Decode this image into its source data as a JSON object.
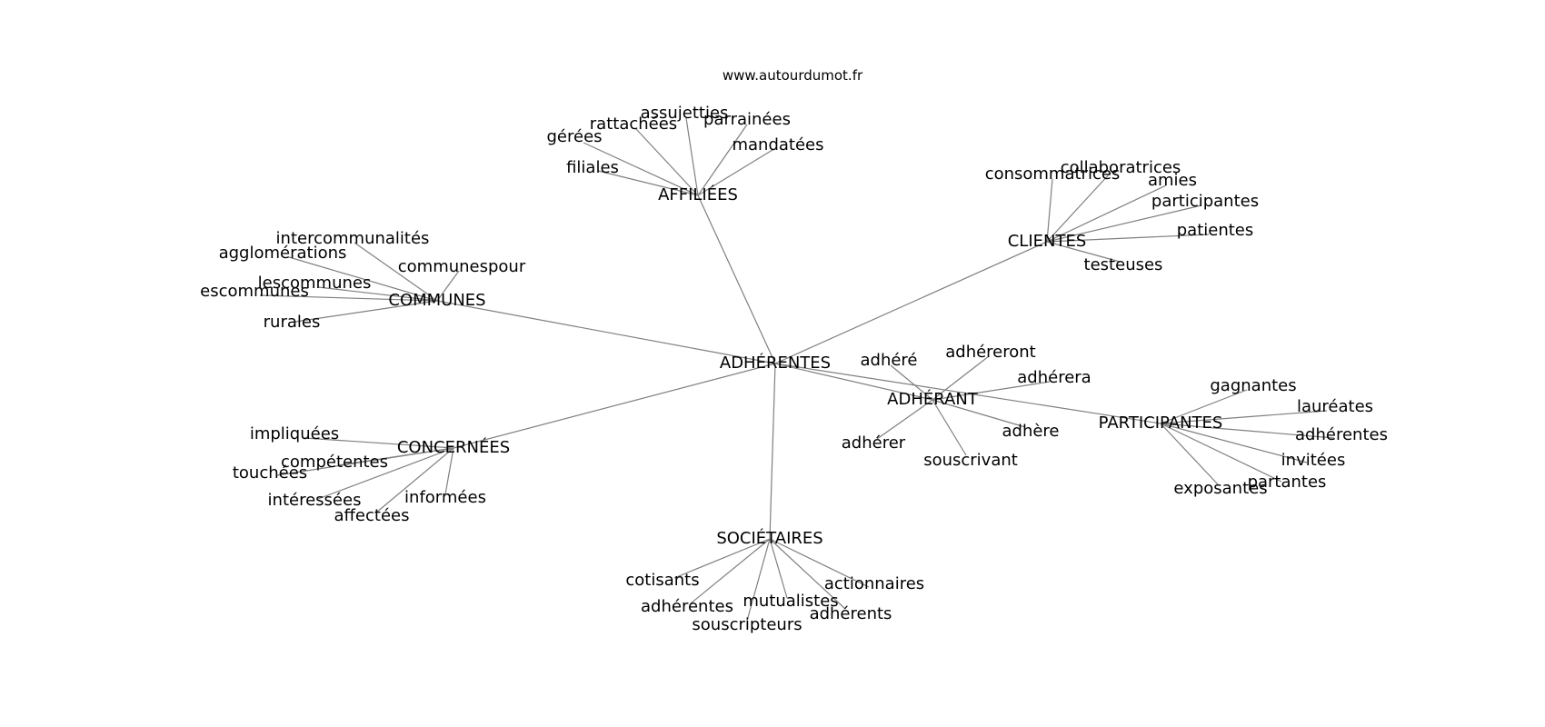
{
  "watermark": "www.autourdumot.fr",
  "center": "ADHÉRENTES",
  "clusters": [
    {
      "id": "affiliees",
      "label": "AFFILIÉES",
      "words": [
        "assujetties",
        "rattachées",
        "parrainées",
        "gérées",
        "mandatées",
        "filiales"
      ]
    },
    {
      "id": "clientes",
      "label": "CLIENTES",
      "words": [
        "collaboratrices",
        "consommatrices",
        "amies",
        "participantes",
        "patientes",
        "testeuses"
      ]
    },
    {
      "id": "communes",
      "label": "COMMUNES",
      "words": [
        "intercommunalités",
        "agglomérations",
        "communespour",
        "lescommunes",
        "escommunes",
        "rurales"
      ]
    },
    {
      "id": "adherant",
      "label": "ADHÉRANT",
      "words": [
        "adhéré",
        "adhéreront",
        "adhérera",
        "adhère",
        "adhérer",
        "souscrivant"
      ]
    },
    {
      "id": "participantes",
      "label": "PARTICIPANTES",
      "words": [
        "gagnantes",
        "lauréates",
        "adhérentes",
        "invitées",
        "partantes",
        "exposantes"
      ]
    },
    {
      "id": "concernees",
      "label": "CONCERNÉES",
      "words": [
        "impliquées",
        "compétentes",
        "touchées",
        "intéressées",
        "informées",
        "affectées"
      ]
    },
    {
      "id": "societaires",
      "label": "SOCIÉTAIRES",
      "words": [
        "cotisants",
        "actionnaires",
        "mutualistes",
        "adhérentes",
        "adhérents",
        "souscripteurs"
      ]
    }
  ]
}
